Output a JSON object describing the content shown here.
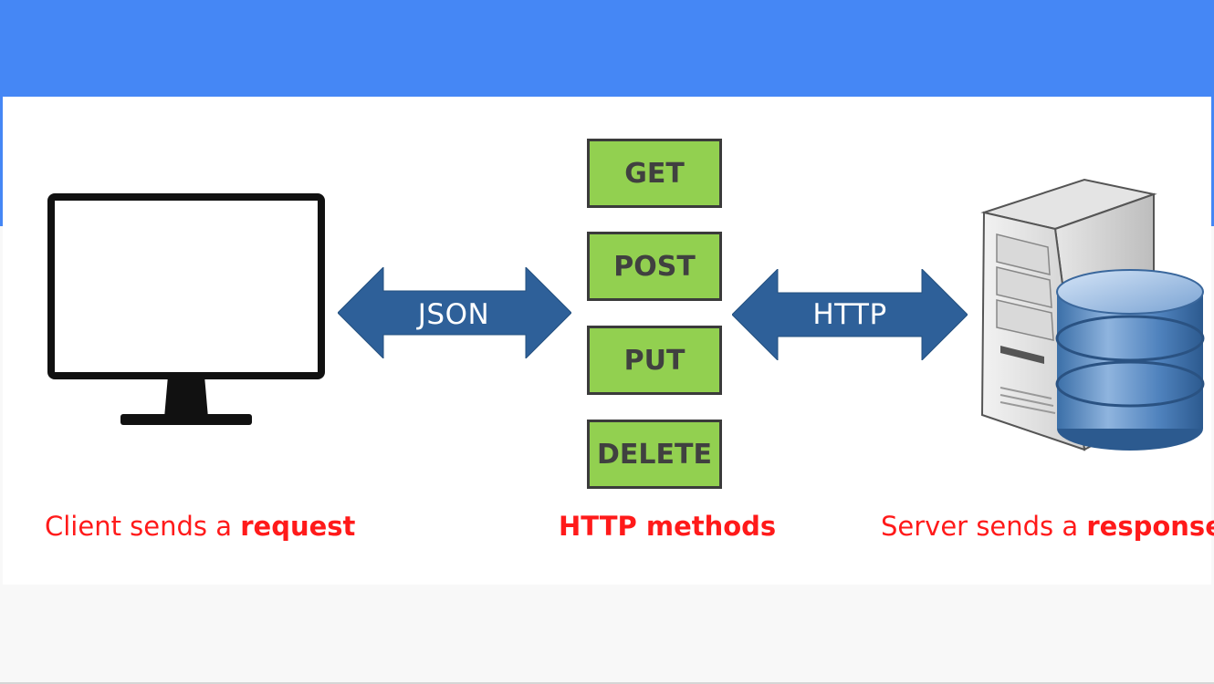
{
  "arrows": {
    "left_label": "JSON",
    "right_label": "HTTP"
  },
  "methods": [
    "GET",
    "POST",
    "PUT",
    "DELETE"
  ],
  "captions": {
    "client_prefix": "Client sends a ",
    "client_emphasis": "request",
    "methods_title": "HTTP methods",
    "server_prefix": "Server sends a ",
    "server_emphasis": "response"
  },
  "colors": {
    "header_band": "#4587f5",
    "arrow_fill": "#2e6099",
    "method_fill": "#92d050",
    "caption_text": "#ff1a1a"
  }
}
